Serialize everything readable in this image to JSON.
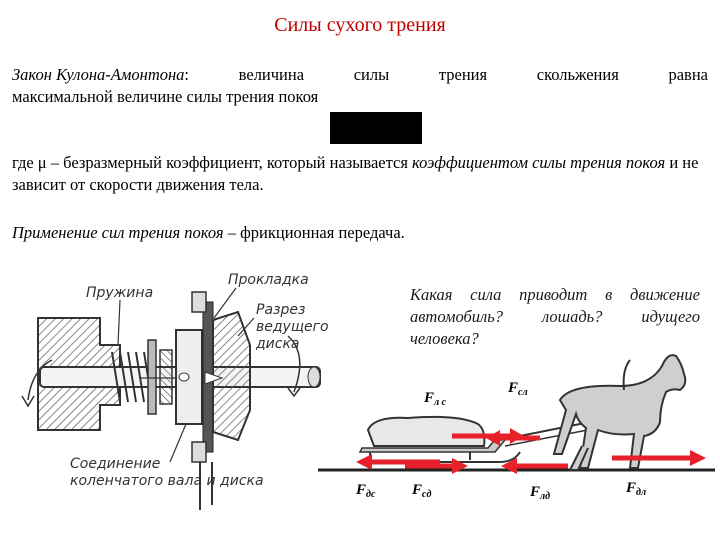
{
  "title": "Силы сухого трения",
  "law": {
    "name": "Закон Кулона-Амонтона",
    "line1_rest": [
      "величина",
      "силы",
      "трения",
      "скольжения",
      "равна"
    ],
    "line2": "максимальной величине силы трения покоя"
  },
  "explanation": {
    "part1": "где μ – безразмерный коэффициент, который называется ",
    "term": "коэффициентом силы трения покоя",
    "part2": " и не зависит от скорости движения тела."
  },
  "application": {
    "lead": "Применение сил трения покоя",
    "rest": " – фрикционная передача."
  },
  "question": {
    "line1": [
      "Какая",
      "сила",
      "приводит",
      "в",
      "движение"
    ],
    "line2": [
      "автомобиль?",
      "лошадь?",
      "идущего"
    ],
    "line3": "человека?"
  },
  "diagram_labels": {
    "spring": "Пружина",
    "gasket": "Прокладка",
    "cut": "Разрез",
    "cut2": "ведущего",
    "cut3": "диска",
    "join1": "Соединение",
    "join2": "коленчатого вала и диска"
  },
  "forces": {
    "f_ls": "F",
    "f_ls_sub": "л с",
    "f_sl": "F",
    "f_sl_sub": "сл",
    "f_ds": "F",
    "f_ds_sub": "дс",
    "f_sd": "F",
    "f_sd_sub": "сд",
    "f_ld": "F",
    "f_ld_sub": "лд",
    "f_dl": "F",
    "f_dl_sub": "дл"
  },
  "colors": {
    "title": "#c00000",
    "arrow": "#e8202a"
  }
}
